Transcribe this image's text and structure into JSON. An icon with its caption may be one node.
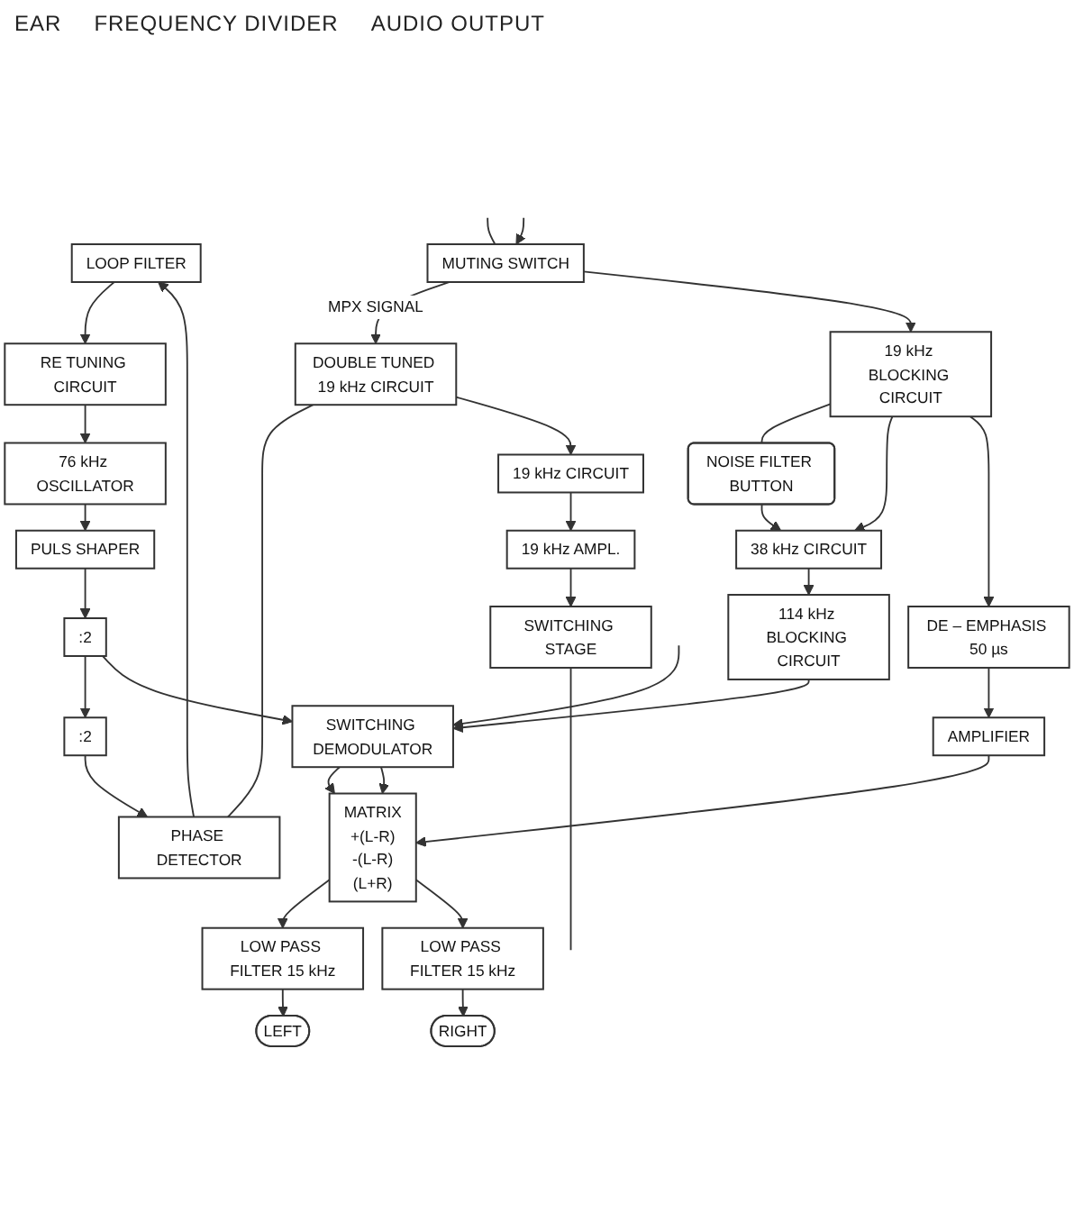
{
  "diagram": {
    "nodes": [
      {
        "text": [
          "MUTING SWITCH"
        ]
      },
      {
        "text": [
          "DOUBLE TUNED 19 kHz CIRCUIT"
        ]
      },
      {
        "text": [
          "PHASE DETECTOR"
        ]
      },
      {
        "text": [
          ":2"
        ]
      },
      {
        "text": [
          ":2"
        ]
      },
      {
        "text": [
          "PULS SHAPER"
        ]
      },
      {
        "text": [
          "19 kHz BLOCKING CIRCUIT"
        ]
      },
      {
        "text": [
          "LOOP FILTER"
        ]
      },
      {
        "text": [
          "RE TUNING CIRCUIT"
        ]
      },
      {
        "text": [
          "76 kHz OSCILLATOR"
        ]
      },
      {
        "text": [
          "NOISE FILTER BUTTON"
        ]
      },
      {
        "text": [
          "38 kHz CIRCUIT"
        ]
      },
      {
        "text": [
          "114 kHz BLOCKING CIRCUIT"
        ]
      },
      {
        "text": [
          "SWITCHING DEMODULATOR"
        ]
      },
      {
        "text": [
          "MATRIX",
          "+(L-R)",
          "-(L-R)",
          "(L+R)"
        ]
      },
      {
        "text": [
          "LOW PASS FILTER 15 kHz"
        ]
      },
      {
        "text": [
          "LEFT"
        ]
      },
      {
        "text": [
          "DE – EMPHASIS 50 µs"
        ]
      },
      {
        "text": [
          "AMPLIFIER"
        ]
      },
      {
        "text": [
          "LOW PASS FILTER 15 kHz"
        ]
      },
      {
        "text": [
          "RIGHT"
        ]
      },
      {
        "text": [
          "19 kHz CIRCUIT"
        ]
      },
      {
        "text": [
          "19 kHz AMPL."
        ]
      },
      {
        "text": [
          "SWITCHING STAGE"
        ]
      }
    ],
    "edges": [
      {
        "from": null,
        "to": 0,
        "arrow": "none"
      },
      {
        "from": null,
        "to": 0,
        "arrow": "to"
      },
      {
        "from": 0,
        "to": 1,
        "arrow": "to",
        "label": "MPX SIGNAL"
      },
      {
        "from": 0,
        "to": 6,
        "arrow": "to"
      },
      {
        "from": 1,
        "to": 2,
        "arrow": "none"
      },
      {
        "from": 1,
        "to": 21,
        "arrow": "to"
      },
      {
        "from": 3,
        "to": 2,
        "arrow": "to"
      },
      {
        "from": 4,
        "to": 3,
        "arrow": "to"
      },
      {
        "from": 5,
        "to": 4,
        "arrow": "to"
      },
      {
        "from": 9,
        "to": 5,
        "arrow": "to"
      },
      {
        "from": 2,
        "to": 7,
        "arrow": "to"
      },
      {
        "from": 7,
        "to": 8,
        "arrow": "to"
      },
      {
        "from": 8,
        "to": 9,
        "arrow": "to"
      },
      {
        "from": 4,
        "to": 13,
        "arrow": "to"
      },
      {
        "from": 6,
        "to": 10,
        "arrow": "none"
      },
      {
        "from": 10,
        "to": 11,
        "arrow": "to"
      },
      {
        "from": 6,
        "to": 11,
        "arrow": "to"
      },
      {
        "from": 6,
        "to": 17,
        "arrow": "to"
      },
      {
        "from": 11,
        "to": 12,
        "arrow": "to"
      },
      {
        "from": 12,
        "to": 13,
        "arrow": "to"
      },
      {
        "from": 13,
        "to": 14,
        "arrow": "to"
      },
      {
        "from": 13,
        "to": 14,
        "arrow": "to"
      },
      {
        "from": null,
        "to": 13,
        "arrow": "to"
      },
      {
        "from": 17,
        "to": 18,
        "arrow": "to"
      },
      {
        "from": 18,
        "to": 14,
        "arrow": "to"
      },
      {
        "from": 14,
        "to": 15,
        "arrow": "to"
      },
      {
        "from": 14,
        "to": 19,
        "arrow": "to"
      },
      {
        "from": 15,
        "to": 16,
        "arrow": "to"
      },
      {
        "from": 19,
        "to": 20,
        "arrow": "to"
      },
      {
        "from": 21,
        "to": 22,
        "arrow": "to"
      },
      {
        "from": 22,
        "to": 23,
        "arrow": "to"
      },
      {
        "from": 23,
        "to": null,
        "arrow": "none"
      }
    ],
    "labels": [
      "EAR",
      "FREQUENCY DIVIDER",
      "AUDIO OUTPUT"
    ]
  }
}
